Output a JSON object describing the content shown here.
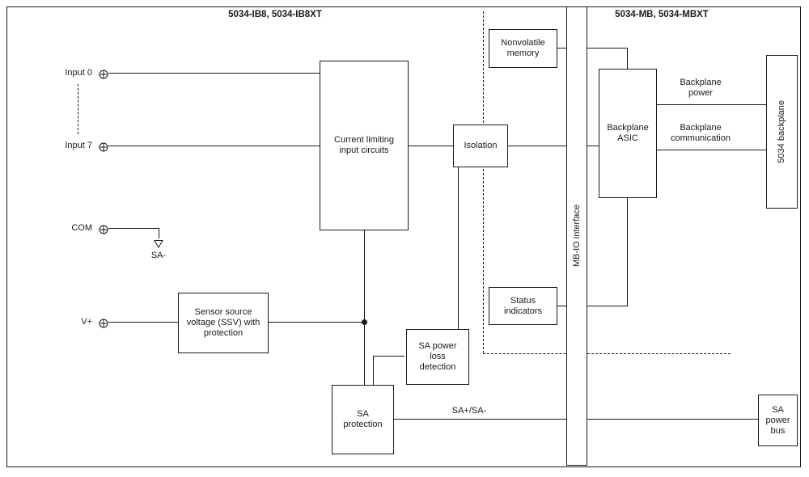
{
  "titles": {
    "left": "5034-IB8, 5034-IB8XT",
    "right": "5034-MB, 5034-MBXT"
  },
  "terminals": {
    "input0": "Input 0",
    "input7": "Input 7",
    "com": "COM",
    "vplus": "V+"
  },
  "blocks": {
    "current_limiting": "Current limiting input circuits",
    "ssv": "Sensor source voltage (SSV) with protection",
    "isolation": "Isolation",
    "nonvolatile_memory": "Nonvolatile memory",
    "status_indicators": "Status indicators",
    "mbio_interface": "MB-IO interface",
    "backplane_asic": "Backplane ASIC",
    "backplane_5034": "5034 backplane",
    "sa_power_loss": "SA power loss detection",
    "sa_protection": "SA protection",
    "sa_power_bus": "SA power bus"
  },
  "wire_labels": {
    "sa_minus": "SA-",
    "sa_plus_minus": "SA+/SA-",
    "backplane_power": "Backplane power",
    "backplane_communication": "Backplane communication"
  },
  "colors": {
    "line": "#1a1a1a",
    "background": "#ffffff"
  }
}
